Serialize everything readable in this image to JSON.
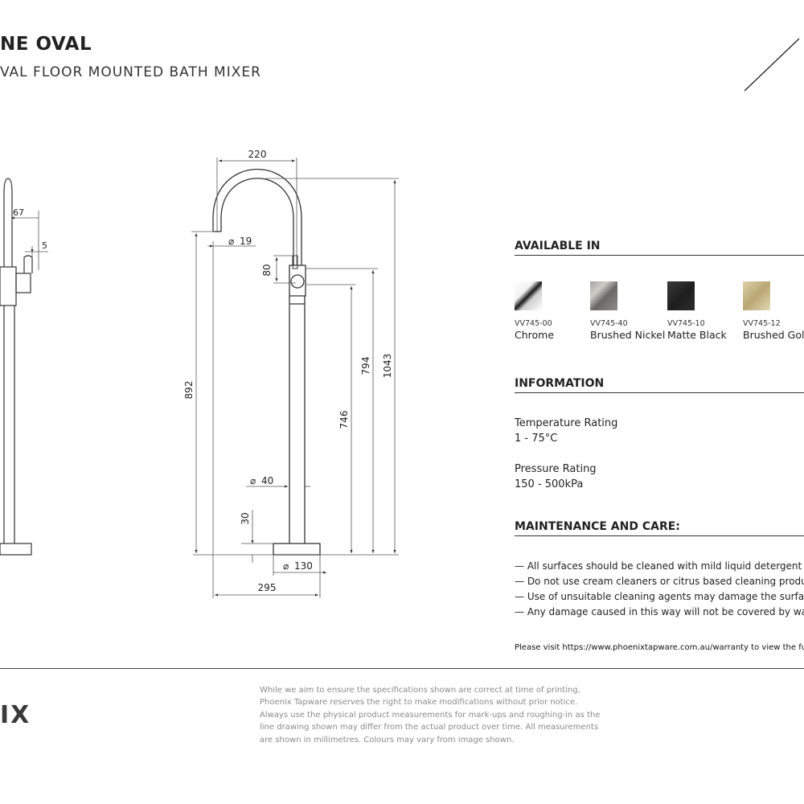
{
  "header": {
    "title": "NE OVAL",
    "subtitle": "VAL FLOOR MOUNTED BATH MIXER"
  },
  "drawing": {
    "dims": {
      "width_top": "220",
      "left_67": "67",
      "left_5": "5",
      "dia_19": "19",
      "h_80": "80",
      "h_892": "892",
      "h_794": "794",
      "h_1043": "1043",
      "h_746": "746",
      "dia_40": "40",
      "h_30": "30",
      "dia_130": "130",
      "w_295": "295"
    }
  },
  "available": {
    "heading": "AVAILABLE IN",
    "finishes": [
      {
        "code": "VV745-00",
        "name": "Chrome",
        "color": "#d8d8d8"
      },
      {
        "code": "VV745-40",
        "name": "Brushed Nickel",
        "color": "#8f8d8a"
      },
      {
        "code": "VV745-10",
        "name": "Matte Black",
        "color": "#262626"
      },
      {
        "code": "VV745-12",
        "name": "Brushed Gold",
        "color": "#c9b98a"
      }
    ]
  },
  "information": {
    "heading": "INFORMATION",
    "temperature_label": "Temperature Rating",
    "temperature_value": "1 - 75°C",
    "pressure_label": "Pressure Rating",
    "pressure_value": "150 - 500kPa"
  },
  "maintenance": {
    "heading": "MAINTENANCE AND CARE:",
    "items": [
      "— All surfaces should be cleaned with mild liquid detergent or",
      "— Do not use cream cleaners or citrus based cleaning products,",
      "— Use of unsuitable cleaning agents may damage the surface.",
      "— Any damage caused in this way will not be covered by warran"
    ],
    "visit": "Please visit https://www.phoenixtapware.com.au/warranty to view the full"
  },
  "footer": {
    "brand": "IX",
    "disclaimer": [
      "While we aim to ensure the specifications shown are correct at time of printing,",
      "Phoenix Tapware reserves the right to make modifications without prior notice.",
      "Always use the physical product measurements for mark-ups and roughing-in as the",
      "line drawing shown may differ from the actual product over time. All measurements",
      "are shown in millimetres. Colours may vary from image shown."
    ]
  }
}
